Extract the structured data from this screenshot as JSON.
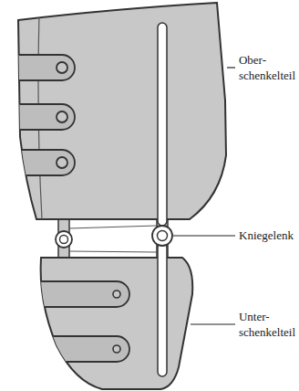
{
  "diagram": {
    "labels": [
      "Ober- schenkelteil",
      "Kniegelenk",
      "Unter- schenkelteil"
    ]
  }
}
